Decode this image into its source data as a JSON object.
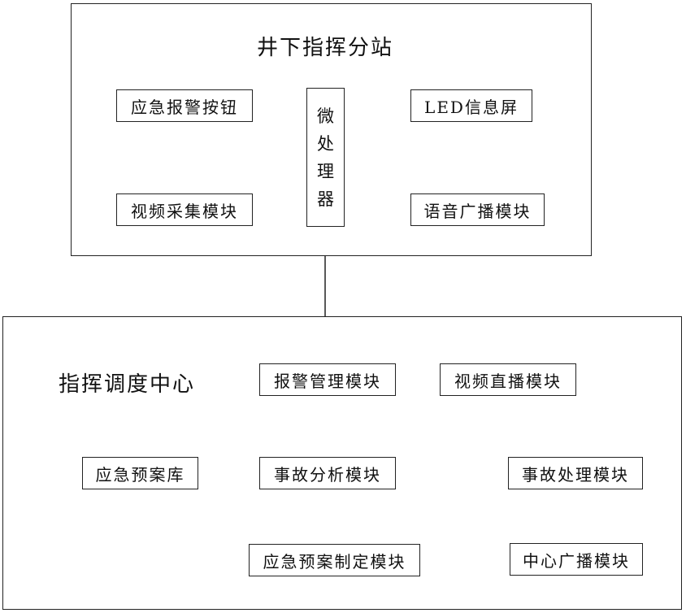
{
  "underground_station": {
    "title": "井下指挥分站",
    "emergency_alarm_button": "应急报警按钮",
    "video_capture_module": "视频采集模块",
    "microprocessor": [
      "微",
      "处",
      "理",
      "器"
    ],
    "led_screen": "LED信息屏",
    "voice_broadcast_module": "语音广播模块"
  },
  "dispatch_center": {
    "title": "指挥调度中心",
    "alarm_management_module": "报警管理模块",
    "video_live_module": "视频直播模块",
    "emergency_plan_library": "应急预案库",
    "accident_analysis_module": "事故分析模块",
    "accident_handling_module": "事故处理模块",
    "emergency_plan_making_module": "应急预案制定模块",
    "center_broadcast_module": "中心广播模块"
  }
}
